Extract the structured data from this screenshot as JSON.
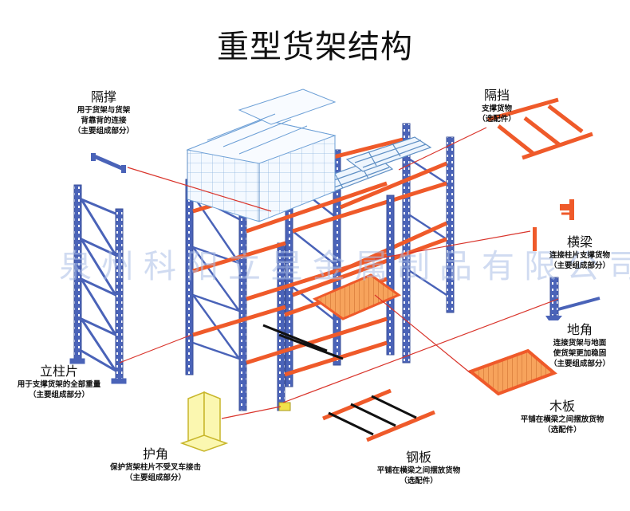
{
  "title": "重型货架结构",
  "watermark": "泉州科阳立星金属制品有限公司",
  "colors": {
    "upright_blue": "#4a63b8",
    "beam_orange": "#ef5a2a",
    "callout_red": "#d9342b",
    "pallet_blue": "#6fa8dc",
    "footguard_yellow": "#f2e24a"
  },
  "components": [
    {
      "id": "geche",
      "name": "隔撑",
      "desc": [
        "用于货架与货架",
        "背靠背的连接",
        "（主要组成部分）"
      ]
    },
    {
      "id": "gedang",
      "name": "隔挡",
      "desc": [
        "支撑货物",
        "（选配件）"
      ]
    },
    {
      "id": "hengliang",
      "name": "横梁",
      "desc": [
        "连接柱片支撑货物",
        "（主要组成部分）"
      ]
    },
    {
      "id": "dijiao",
      "name": "地角",
      "desc": [
        "连接货架与地面",
        "使货架更加稳固",
        "（主要组成部分）"
      ]
    },
    {
      "id": "lizhupian",
      "name": "立柱片",
      "desc": [
        "用于支撑货架的全部重量",
        "（主要组成部分）"
      ]
    },
    {
      "id": "muban",
      "name": "木板",
      "desc": [
        "平铺在横梁之间摆放货物",
        "（选配件）"
      ]
    },
    {
      "id": "gangban",
      "name": "钢板",
      "desc": [
        "平铺在横梁之间摆放货物",
        "（选配件）"
      ]
    },
    {
      "id": "hujiao",
      "name": "护角",
      "desc": [
        "保护货架柱片不受叉车接击",
        "（主要组成部分）"
      ]
    }
  ]
}
